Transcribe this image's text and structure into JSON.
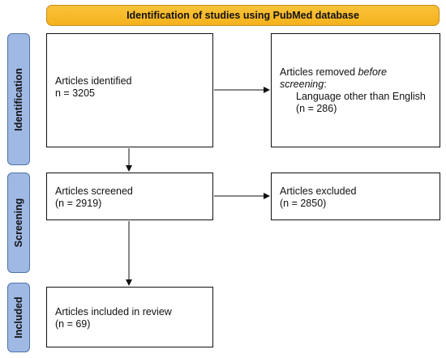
{
  "header": {
    "title": "Identification of studies using PubMed database"
  },
  "stages": [
    {
      "label": "Identification"
    },
    {
      "label": "Screening"
    },
    {
      "label": "Included"
    }
  ],
  "boxes": {
    "identified": {
      "line1": "Articles identified",
      "line2": "n = 3205"
    },
    "removed": {
      "line1": "Articles removed ",
      "line1_em": "before",
      "line2_em": "screening",
      "line2_suffix": ":",
      "line3": "Language other than English",
      "line4": "(n = 286)"
    },
    "screened": {
      "line1": "Articles screened",
      "line2": "(n = 2919)"
    },
    "excluded": {
      "line1": "Articles excluded",
      "line2": "(n = 2850)"
    },
    "included": {
      "line1": "Articles included in review",
      "line2": "(n = 69)"
    }
  },
  "colors": {
    "header_fill": "#f5b21c",
    "stage_fill": "#9fb8e4",
    "line": "#111111"
  }
}
